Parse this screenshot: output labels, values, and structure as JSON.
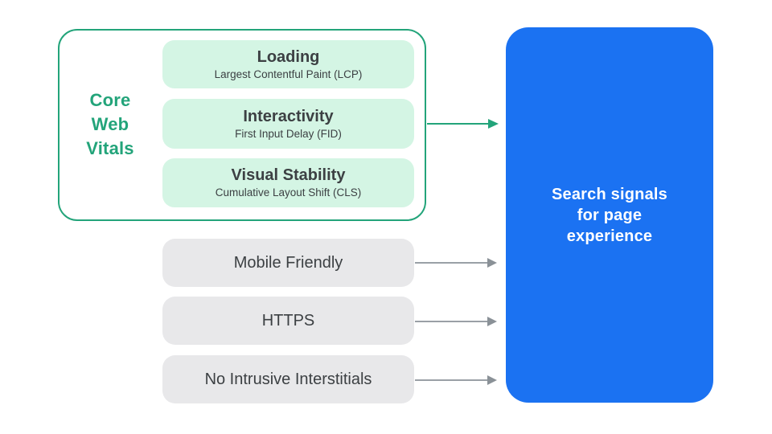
{
  "colors": {
    "green": "#23a47a",
    "green_light": "#d4f5e4",
    "gray_card": "#e8e8ea",
    "blue": "#1b72f2",
    "text_dark": "#3c4043",
    "arrow_gray": "#9aa0a6",
    "arrow_head_gray": "#8a9197",
    "white": "#ffffff"
  },
  "core_web_vitals": {
    "group_label": "Core Web Vitals",
    "group_label_lines": [
      "Core",
      "Web",
      "Vitals"
    ],
    "metrics": [
      {
        "title": "Loading",
        "subtitle": "Largest Contentful Paint (LCP)"
      },
      {
        "title": "Interactivity",
        "subtitle": "First Input Delay (FID)"
      },
      {
        "title": "Visual Stability",
        "subtitle": "Cumulative Layout Shift (CLS)"
      }
    ]
  },
  "other_signals": [
    {
      "label": "Mobile Friendly"
    },
    {
      "label": "HTTPS"
    },
    {
      "label": "No Intrusive Interstitials"
    }
  ],
  "result_panel": {
    "label": "Search signals for page experience",
    "lines": [
      "Search signals",
      "for page",
      "experience"
    ]
  }
}
